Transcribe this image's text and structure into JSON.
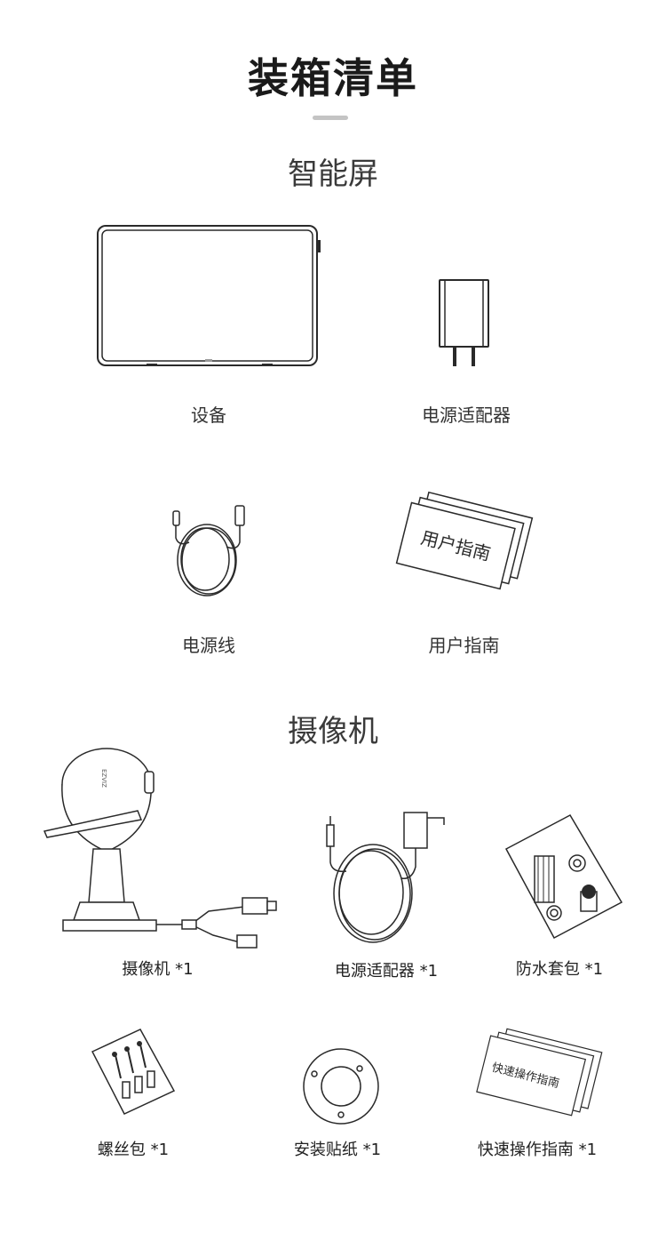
{
  "title": "装箱清单",
  "sections": [
    {
      "heading": "智能屏",
      "items": [
        {
          "label": "设备",
          "icon": "smart-screen-device-icon"
        },
        {
          "label": "电源适配器",
          "icon": "power-adapter-icon"
        },
        {
          "label": "电源线",
          "icon": "power-cable-icon"
        },
        {
          "label": "用户指南",
          "icon": "user-guide-icon",
          "icon_text": "用户指南"
        }
      ]
    },
    {
      "heading": "摄像机",
      "items": [
        {
          "label": "摄像机 *1",
          "icon": "camera-icon",
          "icon_text": "EZVIZ"
        },
        {
          "label": "电源适配器 *1",
          "icon": "camera-power-adapter-icon"
        },
        {
          "label": "防水套包 *1",
          "icon": "waterproof-kit-icon"
        },
        {
          "label": "螺丝包 *1",
          "icon": "screw-pack-icon"
        },
        {
          "label": "安装贴纸 *1",
          "icon": "mounting-sticker-icon"
        },
        {
          "label": "快速操作指南 *1",
          "icon": "quick-start-guide-icon",
          "icon_text": "快速操作指南"
        }
      ]
    }
  ]
}
